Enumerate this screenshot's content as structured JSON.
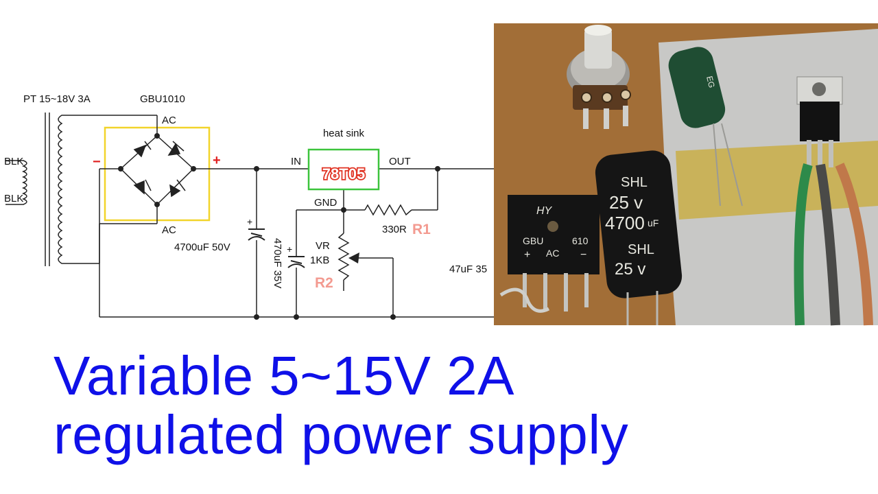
{
  "schematic": {
    "transformer_label": "PT 15~18V 3A",
    "primary_top": "BLK",
    "primary_bottom": "BLK",
    "bridge_label": "GBU1010",
    "bridge_ac_top": "AC",
    "bridge_ac_bottom": "AC",
    "bridge_minus": "−",
    "bridge_plus": "+",
    "heat_sink": "heat sink",
    "reg_in": "IN",
    "reg_out": "OUT",
    "reg_gnd": "GND",
    "regulator": "78T05",
    "r1_value": "330R",
    "r1_ref": "R1",
    "vr_label": "VR",
    "vr_value": "1KB",
    "r2_ref": "R2",
    "c1_label": "4700uF 50V",
    "c2_label": "470uF 35V",
    "c3_label": "47uF 35"
  },
  "photo": {
    "bridge_brand": "HY",
    "bridge_gbu": "GBU",
    "bridge_num": "610",
    "bridge_ac": "AC",
    "bridge_plus": "+",
    "bridge_minus": "−",
    "cap_brand": "SHL",
    "cap_brand2": "SHL",
    "cap_voltage": "25 v",
    "cap_voltage2": "25 v",
    "cap_value": "4700",
    "cap_unit": "uF",
    "small_cap": "EG"
  },
  "headline": {
    "line1": "Variable 5~15V 2A",
    "line2": "regulated power supply"
  }
}
